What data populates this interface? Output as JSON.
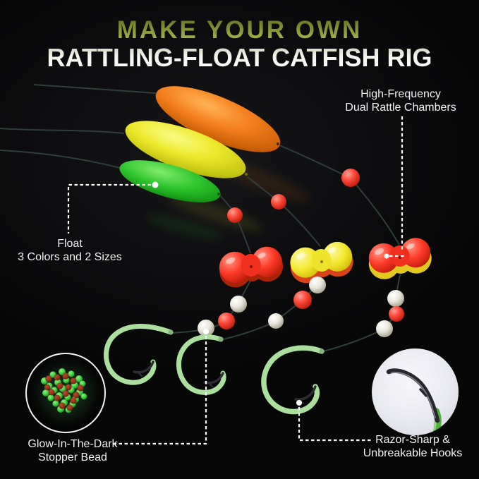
{
  "title": {
    "line1": "MAKE YOUR OWN",
    "line2": "RATTLING-FLOAT CATFISH RIG"
  },
  "callouts": {
    "rattle_chambers": {
      "line1": "High-Frequency",
      "line2": "Dual Rattle Chambers"
    },
    "float": {
      "line1": "Float",
      "line2": "3 Colors and 2 Sizes"
    },
    "stopper_bead": {
      "line1": "Glow-In-The-Dark",
      "line2": "Stopper Bead"
    },
    "hooks": {
      "line1": "Razor-Sharp &",
      "line2": "Unbreakable Hooks"
    }
  },
  "colors": {
    "background": "#0d0d0f",
    "title_green_top": "#5f6e22",
    "title_green_bottom": "#b2c25e",
    "title_white": "#ffffff",
    "callout_text": "#f1f1f1",
    "float_orange": "#f57f1e",
    "float_yellow": "#ece92b",
    "float_green": "#2ec52e",
    "bead_red": "#ff4a3c",
    "bead_white": "#e9e7dd",
    "glow_bead_green": "#3ecf44",
    "glow_bead_brown": "#93331d",
    "chamber_red": "#ff3b28",
    "chamber_yellow": "#f2e92e",
    "hook_glow_green": "#aadf9e",
    "hook_point_steel": "#2c2c33",
    "fishing_line": "#31413b",
    "callout_line_white": "#ffffff"
  },
  "scene": {
    "rig_count": 3,
    "float_colors": [
      "orange",
      "yellow",
      "green"
    ],
    "float_sizes": 2
  }
}
